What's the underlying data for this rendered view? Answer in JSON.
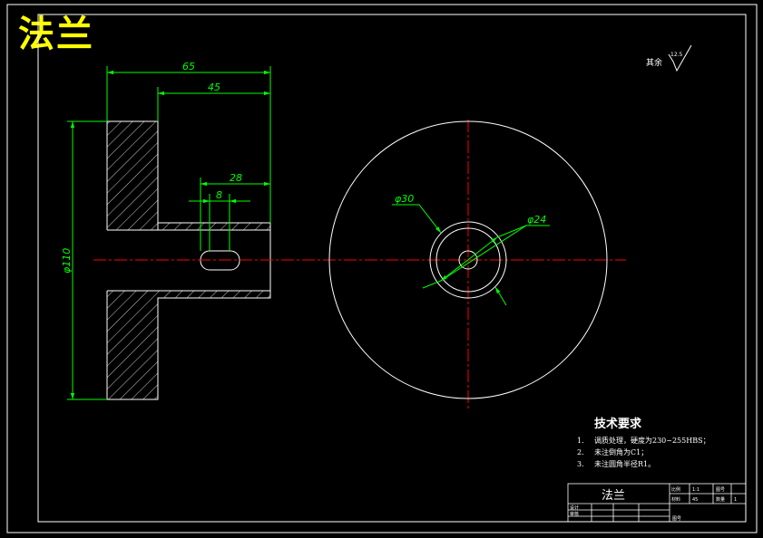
{
  "title": "法兰",
  "roughness": {
    "label": "其余",
    "value": "12.5"
  },
  "dimensions": {
    "overall_length": "65",
    "hub_length": "45",
    "slot_position": "28",
    "slot_width": "8",
    "outer_diameter": "φ110",
    "dia_30": "φ30",
    "dia_24": "φ24"
  },
  "technical_requirements": {
    "heading": "技术要求",
    "items": [
      {
        "num": "1.",
        "text": "调质处理，硬度为230~255HBS；"
      },
      {
        "num": "2.",
        "text": "未注倒角为C1；"
      },
      {
        "num": "3.",
        "text": "未注圆角半径R1。"
      }
    ]
  },
  "title_block": {
    "name": "法兰",
    "cells": {
      "ratio_label": "比例",
      "ratio_value": "1:1",
      "drawing_no_label": "图号",
      "material_label": "材料",
      "material_value": "45",
      "quantity_label": "数量",
      "quantity_value": "1",
      "designer_label": "设计",
      "checker_label": "审核",
      "sheet_label": "图号"
    }
  },
  "colors": {
    "background": "#000000",
    "outline": "#ffffff",
    "dimension": "#00ff00",
    "centerline": "#ff0000",
    "title": "#ffff00"
  }
}
